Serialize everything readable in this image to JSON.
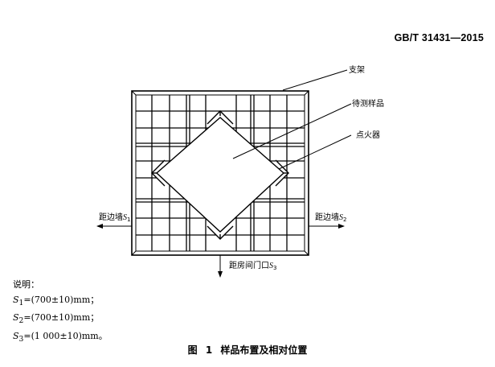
{
  "header": {
    "standard_code": "GB/T 31431—2015"
  },
  "figure": {
    "labels": {
      "support": "支架",
      "specimen": "待测样品",
      "igniter": "点火器",
      "wall_s1_prefix": "距边墙",
      "wall_s1_sym": "S",
      "wall_s1_sub": "1",
      "wall_s2_prefix": "距边墙",
      "wall_s2_sym": "S",
      "wall_s2_sub": "2",
      "door_s3_prefix": "距房间门口",
      "door_s3_sym": "S",
      "door_s3_sub": "3"
    }
  },
  "notes": {
    "title": "说明：",
    "items": [
      {
        "sym": "S",
        "sub": "1",
        "text": "=(700±10)mm；"
      },
      {
        "sym": "S",
        "sub": "2",
        "text": "=(700±10)mm；"
      },
      {
        "sym": "S",
        "sub": "3",
        "text": "=(1 000±10)mm。"
      }
    ]
  },
  "caption": "图 1  样品布置及相对位置"
}
